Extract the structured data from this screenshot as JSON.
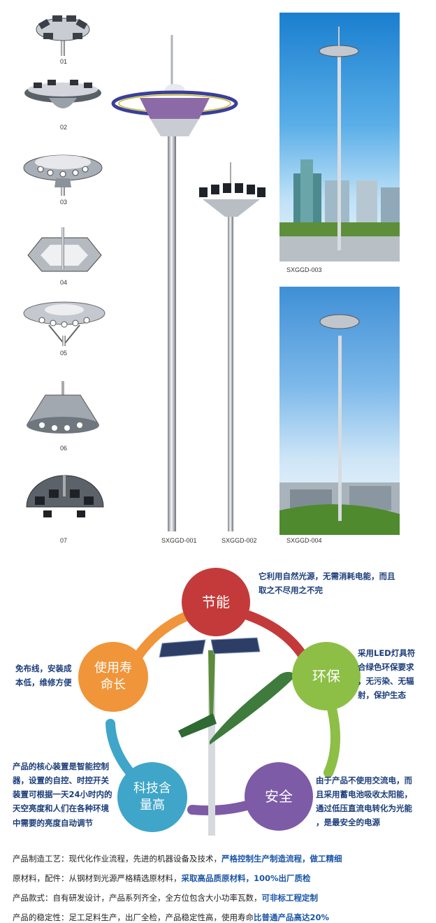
{
  "lamp_heads": [
    {
      "code": "01"
    },
    {
      "code": "02"
    },
    {
      "code": "03"
    },
    {
      "code": "04"
    },
    {
      "code": "05"
    },
    {
      "code": "06"
    },
    {
      "code": "07"
    }
  ],
  "poles": [
    {
      "code": "SXGGD-001"
    },
    {
      "code": "SXGGD-002"
    },
    {
      "code": "SXGGD-003"
    },
    {
      "code": "SXGGD-004"
    }
  ],
  "features": {
    "energy": {
      "title": "节能",
      "color": "#c43a3a",
      "desc": [
        "它利用自然光源，无需消耗电能，而且",
        "取之不尽用之不完"
      ]
    },
    "eco": {
      "title": "环保",
      "color": "#8dbf47",
      "desc": [
        "采用LED灯具符",
        "合绿色环保要求",
        "，无污染、无辐",
        "射，保护生态"
      ]
    },
    "safety": {
      "title": "安全",
      "color": "#7d5ba6",
      "desc": [
        "由于产品不使用交流电，而",
        "且采用蓄电池吸收太阳能，",
        "通过低压直流电转化为光能",
        "，是最安全的电源"
      ]
    },
    "tech": {
      "title_lines": [
        "科技含",
        "量高"
      ],
      "color": "#3fa5c9",
      "desc": [
        "产品的核心装置是智能控制",
        "器，设置的自控、时控开关",
        "装置可根据一天24小时内的",
        "天空亮度和人们在各种环境",
        "中需要的亮度自动调节"
      ]
    },
    "lifespan": {
      "title_lines": [
        "使用寿",
        "命长"
      ],
      "color": "#f0953a",
      "desc": [
        "免布线，安装成",
        "本低，维修方便"
      ]
    }
  },
  "product_lines": [
    {
      "plain": "产品制造工艺：现代化作业流程，先进的机器设备及技术，",
      "highlight": "严格控制生产制造流程，做工精细"
    },
    {
      "plain": "原材料，配件：从钢材到光源严格精选原材料，",
      "highlight": "采取高品质原材料，100%出厂质检"
    },
    {
      "plain": "产品款式：自有研发设计，产品系列齐全，全方位包含大小功率瓦数，",
      "highlight": "可非标工程定制"
    },
    {
      "plain": "产品的稳定性：足工足料生产，出厂全检，产品稳定性高，使用寿命",
      "highlight": "比普通产品高达20%"
    }
  ]
}
